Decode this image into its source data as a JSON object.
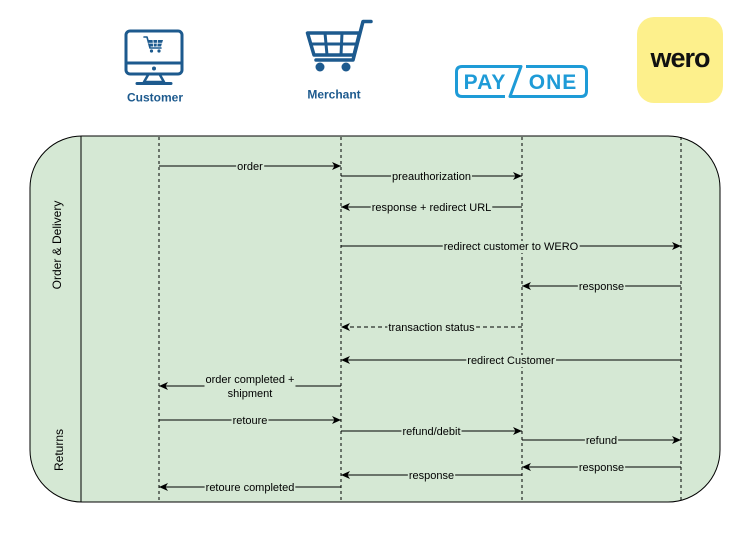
{
  "participants": [
    {
      "label": "Customer",
      "icon": "monitor-shopping-cart-icon"
    },
    {
      "label": "Merchant",
      "icon": "shopping-cart-icon"
    },
    {
      "logo_text": [
        "PAY",
        "ONE"
      ],
      "icon": "payone-logo",
      "brand_color": "#1e9bd7"
    },
    {
      "logo_text": "wero",
      "icon": "wero-logo",
      "brand_color": "#fdf08c"
    }
  ],
  "sections": [
    {
      "label": "Order & Delivery"
    },
    {
      "label": "Returns"
    }
  ],
  "messages": [
    {
      "from": 0,
      "to": 1,
      "label_lines": [
        "order"
      ],
      "dashed": false,
      "section": 0
    },
    {
      "from": 1,
      "to": 2,
      "label_lines": [
        "preauthorization"
      ],
      "dashed": false,
      "section": 0
    },
    {
      "from": 2,
      "to": 1,
      "label_lines": [
        "response + redirect URL"
      ],
      "dashed": false,
      "section": 0
    },
    {
      "from": 1,
      "to": 3,
      "label_lines": [
        "redirect customer to WERO"
      ],
      "dashed": false,
      "section": 0
    },
    {
      "from": 3,
      "to": 2,
      "label_lines": [
        "response"
      ],
      "dashed": false,
      "section": 0
    },
    {
      "from": 2,
      "to": 1,
      "label_lines": [
        "transaction status"
      ],
      "dashed": true,
      "section": 0
    },
    {
      "from": 3,
      "to": 1,
      "label_lines": [
        "redirect Customer"
      ],
      "dashed": false,
      "section": 0
    },
    {
      "from": 1,
      "to": 0,
      "label_lines": [
        "order completed +",
        "shipment"
      ],
      "dashed": false,
      "section": 0
    },
    {
      "from": 0,
      "to": 1,
      "label_lines": [
        "retoure"
      ],
      "dashed": false,
      "section": 1
    },
    {
      "from": 1,
      "to": 2,
      "label_lines": [
        "refund/debit"
      ],
      "dashed": false,
      "section": 1
    },
    {
      "from": 2,
      "to": 3,
      "label_lines": [
        "refund"
      ],
      "dashed": false,
      "section": 1
    },
    {
      "from": 3,
      "to": 2,
      "label_lines": [
        "response"
      ],
      "dashed": false,
      "section": 1
    },
    {
      "from": 2,
      "to": 1,
      "label_lines": [
        "response"
      ],
      "dashed": false,
      "section": 1
    },
    {
      "from": 1,
      "to": 0,
      "label_lines": [
        "retoure completed"
      ],
      "dashed": false,
      "section": 1
    }
  ],
  "colors": {
    "lane_fill": "#d5e8d4",
    "icon": "#1d5a8e",
    "line": "#000000"
  }
}
